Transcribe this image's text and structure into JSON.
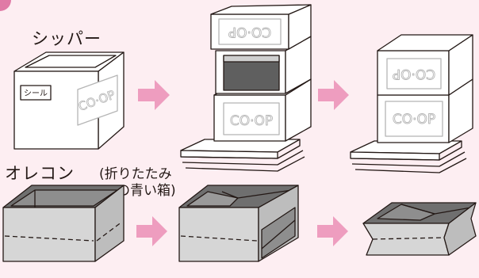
{
  "labels": {
    "shipper": "シッパー",
    "orecon": "オレコン",
    "orecon_note_line1": "(折りたたみ",
    "orecon_note_line2": "の青い箱)",
    "seal": "シール",
    "coop_mark": "CO·OP"
  },
  "colors": {
    "background": "#fdeef2",
    "arrow": "#ee9dbf",
    "box_gray": "#8e8e8e",
    "box_dark": "#6f6f6f",
    "outline": "#231815"
  }
}
